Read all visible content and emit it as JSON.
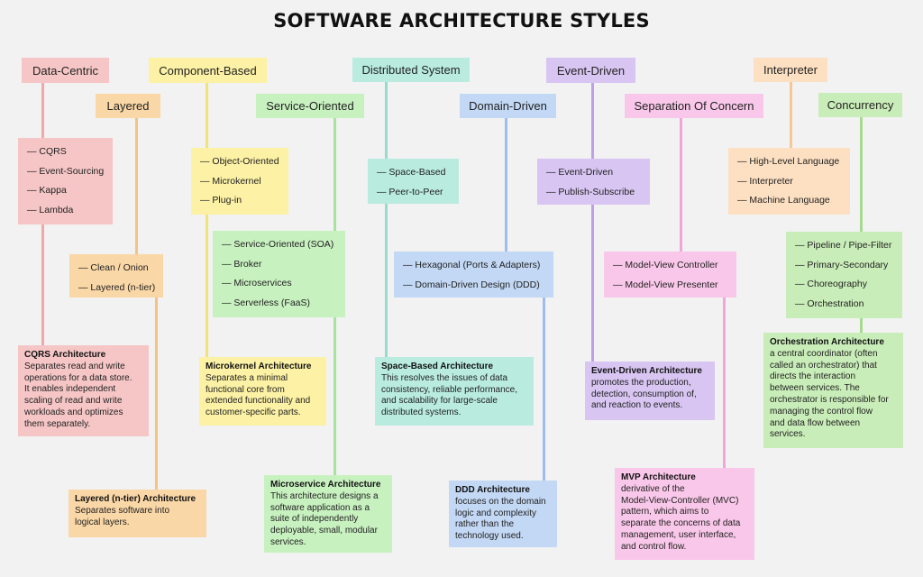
{
  "title": "SOFTWARE ARCHITECTURE STYLES",
  "colors": {
    "pink": "#f6c6c6",
    "pink_line": "#f0a8a8",
    "orange": "#fad7a6",
    "orange_line": "#f4c384",
    "yellow": "#fcf1a4",
    "yellow_line": "#efe37a",
    "green": "#c8f1c0",
    "green_line": "#a6e39c",
    "teal": "#b9ecdf",
    "teal_line": "#94dccb",
    "blue": "#c3d8f5",
    "blue_line": "#9dbdee",
    "purple": "#d8c5f2",
    "purple_line": "#bf9fe9",
    "magenta": "#f9c7e9",
    "magenta_line": "#f2a5d8",
    "peach": "#fde0c2",
    "peach_line": "#f5c798",
    "lime": "#c9edb9",
    "lime_line": "#a6da90"
  },
  "headers": {
    "data_centric": "Data-Centric",
    "layered": "Layered",
    "component_based": "Component-Based",
    "service_oriented": "Service-Oriented",
    "distributed_system": "Distributed System",
    "domain_driven": "Domain-Driven",
    "event_driven": "Event-Driven",
    "separation_of_concern": "Separation Of Concern",
    "interpreter": "Interpreter",
    "concurrency": "Concurrency"
  },
  "lists": {
    "data_centric": [
      "CQRS",
      "Event-Sourcing",
      "Kappa",
      "Lambda"
    ],
    "layered": [
      "Clean / Onion",
      "Layered (n-tier)"
    ],
    "component_based": [
      "Object-Oriented",
      "Microkernel",
      "Plug-in"
    ],
    "service_oriented": [
      "Service-Oriented (SOA)",
      "Broker",
      "Microservices",
      "Serverless (FaaS)"
    ],
    "distributed_system": [
      "Space-Based",
      "Peer-to-Peer"
    ],
    "domain_driven": [
      "Hexagonal (Ports & Adapters)",
      "Domain-Driven Design (DDD)"
    ],
    "event_driven": [
      "Event-Driven",
      "Publish-Subscribe"
    ],
    "separation_of_concern": [
      "Model-View Controller",
      "Model-View Presenter"
    ],
    "interpreter": [
      "High-Level Language",
      "Interpreter",
      "Machine Language"
    ],
    "concurrency": [
      "Pipeline / Pipe-Filter",
      "Primary-Secondary",
      "Choreography",
      "Orchestration"
    ]
  },
  "descriptions": {
    "cqrs": {
      "title": "CQRS Architecture",
      "lines": [
        "Separates read and write",
        "operations for a data store.",
        "It enables independent",
        "scaling of read and write",
        "workloads and optimizes",
        "them separately."
      ]
    },
    "layered": {
      "title": "Layered (n-tier) Architecture",
      "lines": [
        "Separates software into",
        "logical layers."
      ]
    },
    "microkernel": {
      "title": "Microkernel Architecture",
      "lines": [
        "Separates a minimal",
        "functional core from",
        "extended functionality and",
        "customer-specific parts."
      ]
    },
    "microservice": {
      "title": "Microservice Architecture",
      "lines": [
        "This architecture designs a",
        "software application as a",
        "suite of independently",
        "deployable, small, modular",
        "services."
      ]
    },
    "space_based": {
      "title": "Space-Based Architecture",
      "lines": [
        "This resolves the issues of data",
        "consistency, reliable performance,",
        "and scalability for large-scale",
        "distributed systems."
      ]
    },
    "ddd": {
      "title": "DDD Architecture",
      "lines": [
        "focuses on the domain",
        "logic and complexity",
        "rather than the",
        "technology used."
      ]
    },
    "event_driven": {
      "title": "Event-Driven Architecture",
      "lines": [
        "promotes the production,",
        "detection, consumption of,",
        "and reaction to events."
      ]
    },
    "mvp": {
      "title": "MVP Architecture",
      "lines": [
        "derivative of the",
        "Model-View-Controller (MVC)",
        "pattern, which aims to",
        "separate the concerns of data",
        "management, user interface,",
        "and control flow."
      ]
    },
    "orchestration": {
      "title": "Orchestration Architecture",
      "lines": [
        "a central coordinator (often",
        "called an orchestrator) that",
        "directs the interaction",
        "between services. The",
        "orchestrator is responsible for",
        "managing the control flow",
        "and data flow between",
        "services."
      ]
    }
  }
}
